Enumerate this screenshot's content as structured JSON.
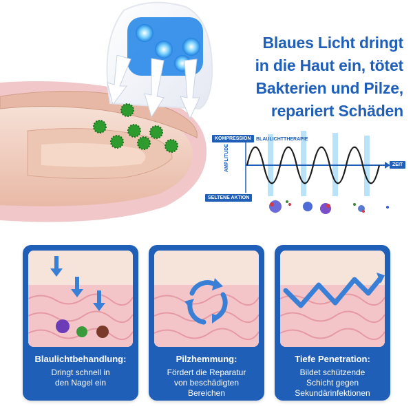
{
  "headline": {
    "lines": [
      "Blaues Licht dringt",
      "in die Haut ein, tötet",
      "Bakterien und Pilze,",
      "repariert Schäden"
    ]
  },
  "wave_chart": {
    "compression_label": "KOMPRESSION",
    "therapy_label": "BLAULICHTTHERAPIE",
    "amplitude_label": "AMPLITUDE",
    "time_label": "ZEIT",
    "rare_label": "SELTENE AKTION"
  },
  "cards": [
    {
      "title": "Blaulichtbehandlung:",
      "desc": [
        "Dringt schnell in",
        "den Nagel ein"
      ],
      "icon": "down-arrows-icon"
    },
    {
      "title": "Pilzhemmung:",
      "desc": [
        "Fördert die Reparatur",
        "von beschädigten",
        "Bereichen"
      ],
      "icon": "circular-arrows-icon"
    },
    {
      "title": "Tiefe Penetration:",
      "desc": [
        "Bildet schützende",
        "Schicht gegen",
        "Sekundärinfektionen"
      ],
      "icon": "zigzag-arrow-icon"
    }
  ],
  "colors": {
    "accent": "#1f5fb8",
    "light": "#3db6ff",
    "skin": "#f4cfd3",
    "germ": "#2e9b2e"
  }
}
